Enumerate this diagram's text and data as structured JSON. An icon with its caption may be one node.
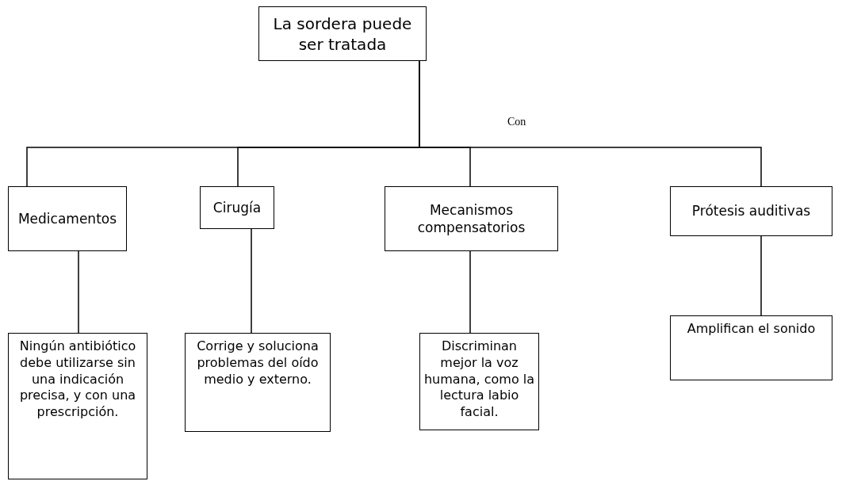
{
  "diagram": {
    "nodes": [
      {
        "text": [
          "La sordera puede ser tratada"
        ]
      },
      {
        "text": [
          "Medicamentos"
        ]
      },
      {
        "text": [
          "Cirugía"
        ]
      },
      {
        "text": [
          "Mecanismos compensatorios"
        ]
      },
      {
        "text": [
          "Prótesis auditivas"
        ]
      },
      {
        "text": [
          "Ningún antibiótico debe utilizarse sin una indicación precisa, y con una prescripción."
        ]
      },
      {
        "text": [
          "Corrige y soluciona problemas del oído medio y externo."
        ]
      },
      {
        "text": [
          "Discriminan mejor la voz humana, como la lectura labio facial."
        ]
      },
      {
        "text": [
          "Amplifican el sonido"
        ]
      }
    ],
    "edges": [
      {
        "from": 0,
        "to": 1,
        "arrow": "none"
      },
      {
        "from": 0,
        "to": 2,
        "arrow": "none"
      },
      {
        "from": 0,
        "to": 3,
        "arrow": "none"
      },
      {
        "from": 0,
        "to": 4,
        "arrow": "none"
      },
      {
        "from": 1,
        "to": 5,
        "arrow": "none"
      },
      {
        "from": 2,
        "to": 6,
        "arrow": "none"
      },
      {
        "from": 3,
        "to": 7,
        "arrow": "none"
      },
      {
        "from": 4,
        "to": 8,
        "arrow": "none"
      }
    ],
    "labels": [
      "Con"
    ]
  }
}
